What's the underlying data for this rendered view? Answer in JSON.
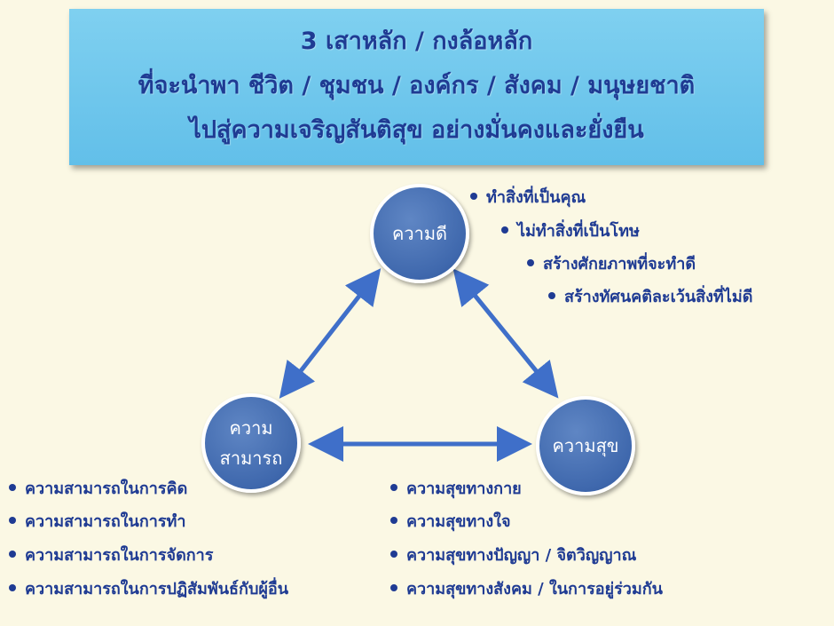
{
  "banner": {
    "line1": "3 เสาหลัก / กงล้อหลัก",
    "line2": "ที่จะนำพา ชีวิต / ชุมชน / องค์กร / สังคม / มนุษยชาติ",
    "line3": "ไปสู่ความเจริญสันติสุข อย่างมั่นคงและยั่งยืน"
  },
  "nodes": {
    "good": {
      "label": "ความดี"
    },
    "ability": {
      "label_line1": "ความ",
      "label_line2": "สามารถ"
    },
    "happy": {
      "label": "ความสุข"
    }
  },
  "good_points": [
    "ทำสิ่งที่เป็นคุณ",
    "ไม่ทำสิ่งที่เป็นโทษ",
    "สร้างศักยภาพที่จะทำดี",
    "สร้างทัศนคติละเว้นสิ่งที่ไม่ดี"
  ],
  "ability_points": [
    "ความสามารถในการคิด",
    "ความสามารถในการทำ",
    "ความสามารถในการจัดการ",
    "ความสามารถในการปฏิสัมพันธ์กับผู้อื่น"
  ],
  "happy_points": [
    "ความสุขทางกาย",
    "ความสุขทางใจ",
    "ความสุขทางปัญญา / จิตวิญญาณ",
    "ความสุขทางสังคม / ในการอยู่ร่วมกัน"
  ],
  "colors": {
    "text": "#1f3b93",
    "arrow": "#3f6fc9",
    "circle": "#3f68ad",
    "banner": "#6cc6ec",
    "background": "#fbf8e4"
  }
}
